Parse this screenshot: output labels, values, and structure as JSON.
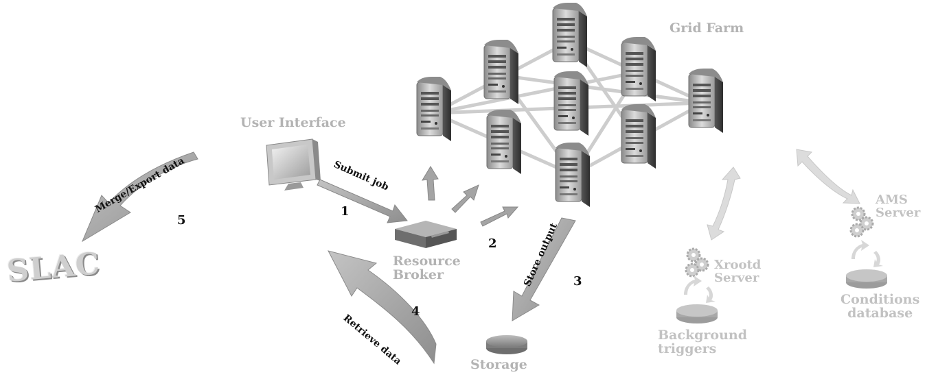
{
  "labels": {
    "grid_farm": "Grid Farm",
    "user_interface": "User Interface",
    "resource_broker_1": "Resource",
    "resource_broker_2": "Broker",
    "storage": "Storage",
    "slac": "SLAC",
    "xrootd_1": "Xrootd",
    "xrootd_2": "Server",
    "background_1": "Background",
    "background_2": "triggers",
    "ams_1": "AMS",
    "ams_2": "Server",
    "conditions_1": "Conditions",
    "conditions_2": "database"
  },
  "steps": {
    "step1": {
      "number": "1",
      "label": "Submit job"
    },
    "step2": {
      "number": "2"
    },
    "step3": {
      "number": "3",
      "label": "Store output"
    },
    "step4": {
      "number": "4",
      "label": "Retrieve data"
    },
    "step5": {
      "number": "5",
      "label": "Merge/Export data"
    }
  },
  "colors": {
    "server_dark": "#5a5a5a",
    "server_light": "#d9d9d9",
    "arrow": "#a9a9a9",
    "faded": "#cfcfcf"
  }
}
